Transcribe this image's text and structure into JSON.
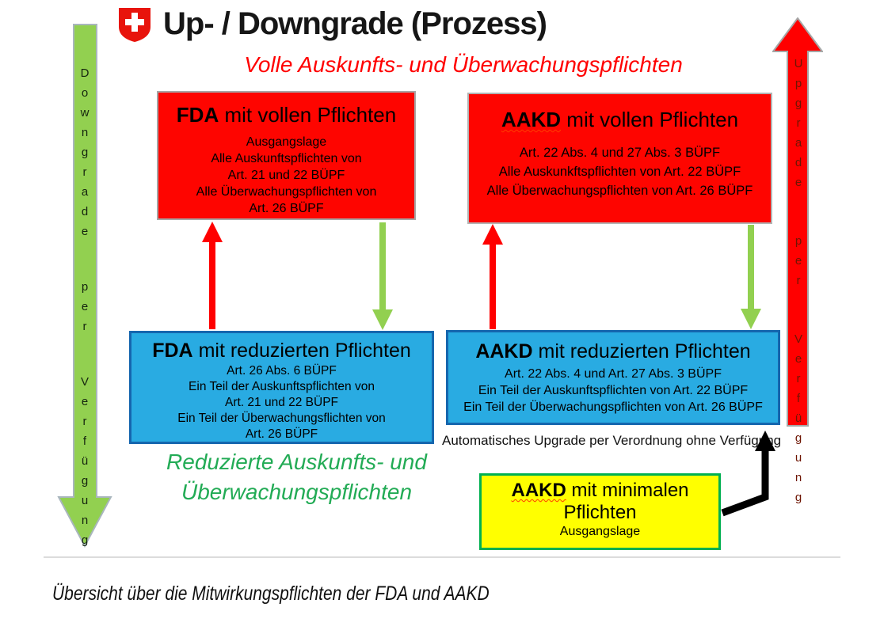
{
  "page": {
    "title": "Up- / Downgrade (Prozess)",
    "subtitle_top": "Volle Auskunfts- und Überwachungspflichten",
    "subtitle_bottom": "Reduzierte Auskunfts- und Überwachungspflichten",
    "auto_upgrade_note": "Automatisches Upgrade per Verordnung ohne Verfügung",
    "caption": "Übersicht über die Mitwirkungspflichten der FDA und AAKD",
    "logo_icon": "swiss-coat-of-arms"
  },
  "side_arrows": {
    "downgrade_label": "Downgrade per Verfügung",
    "upgrade_label": "Upgrade per Verfügung"
  },
  "boxes": {
    "fda_full": {
      "title_strong": "FDA",
      "title_rest": " mit vollen Pflichten",
      "lines": [
        "Ausgangslage",
        "Alle Auskunftspflichten von",
        "Art. 21 und 22 BÜPF",
        "Alle Überwachungspflichten von",
        "Art. 26 BÜPF"
      ]
    },
    "aakd_full": {
      "title_strong": "AAKD",
      "title_rest": " mit vollen Pflichten",
      "lines": [
        "Art. 22 Abs. 4 und 27 Abs. 3 BÜPF",
        "Alle Auskunkftspflichten von Art. 22 BÜPF",
        "Alle Überwachungspflichten von Art. 26 BÜPF"
      ]
    },
    "fda_reduced": {
      "title_strong": "FDA",
      "title_rest": " mit reduzierten Pflichten",
      "lines": [
        "Art. 26 Abs. 6 BÜPF",
        "Ein Teil der Auskunftspflichten von",
        "Art. 21 und 22 BÜPF",
        "Ein Teil der Überwachungsflichten von",
        "Art. 26 BÜPF"
      ]
    },
    "aakd_reduced": {
      "title_strong": "AAKD",
      "title_rest": " mit reduzierten Pflichten",
      "lines": [
        "Art. 22 Abs. 4 und Art. 27 Abs. 3 BÜPF",
        "Ein Teil der Auskunftspflichten von Art. 22 BÜPF",
        "Ein Teil der Überwachungspflichten von Art. 26 BÜPF"
      ]
    },
    "aakd_minimal": {
      "title_strong": "AAKD",
      "title_rest": " mit minimalen Pflichten",
      "lines": [
        "Ausgangslage"
      ]
    }
  },
  "colors": {
    "box_red": "#FE0500",
    "box_blue": "#29ABE2",
    "box_blue_border": "#1566AE",
    "box_yellow": "#FFFF00",
    "box_yellow_border": "#00B050",
    "arrow_green": "#92D050",
    "arrow_red": "#FF0000",
    "arrow_black": "#000000",
    "text_red": "#FF0000",
    "text_green": "#22AB55"
  }
}
